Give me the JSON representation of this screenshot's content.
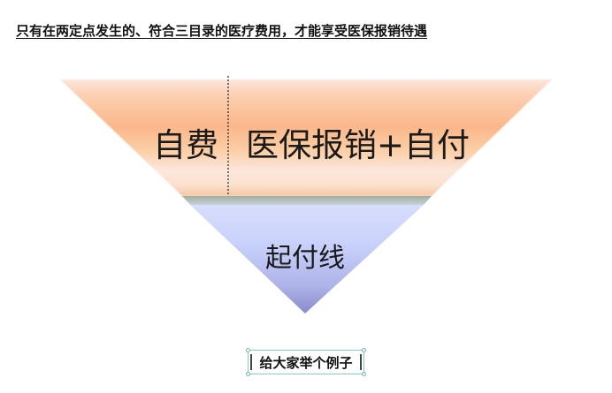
{
  "heading": "只有在两定点发生的、符合三目录的医疗费用，才能享受医保报销待遇",
  "diagram": {
    "self_pay_label": "自费",
    "insurance_label": "医保报销+自付",
    "deductible_label": "起付线"
  },
  "example_box": {
    "text": "给大家举个例子"
  },
  "colors": {
    "upper_band": "#fbb78a",
    "upper_band_light": "#fde6dc",
    "lower_band": "#c9d2fb",
    "lower_tip": "#8a8acb",
    "divider_band": "#8fa090"
  }
}
